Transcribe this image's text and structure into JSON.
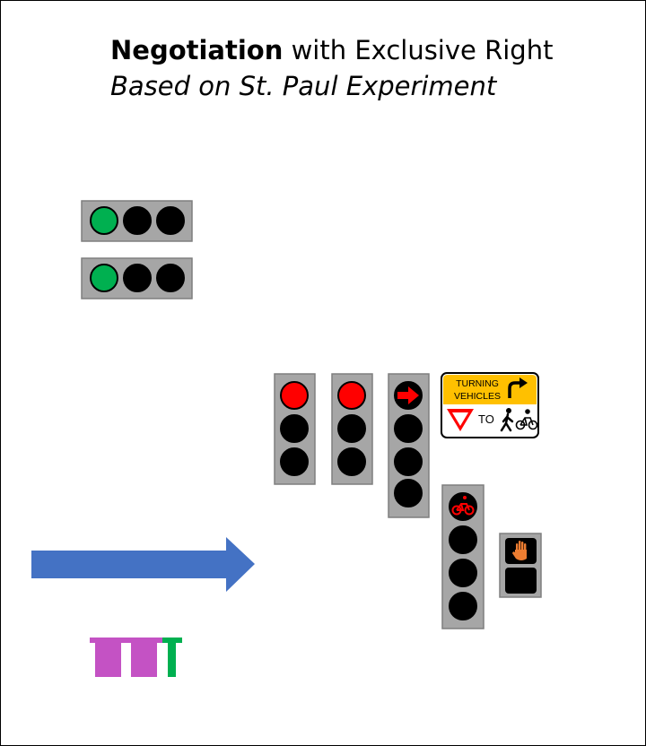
{
  "title": {
    "bold": "Negotiation",
    "rest": " with Exclusive Right"
  },
  "subtitle": "Based on St. Paul Experiment",
  "sign": {
    "line1": "TURNING",
    "line2": "VEHICLES",
    "to": "TO"
  },
  "colors": {
    "green_light": "#00b050",
    "red_light": "#ff0000",
    "off_lamp": "#000000",
    "housing": "#a6a6a6",
    "arrow": "#4472c4",
    "sign_yellow": "#ffc000",
    "ped_hand": "#ed7d31",
    "magenta_marker": "#c452c4",
    "green_marker": "#00b050"
  },
  "signals": {
    "horizontal_top": {
      "lit": "green"
    },
    "horizontal_bottom": {
      "lit": "green"
    },
    "vertical_1": {
      "lit": "red"
    },
    "vertical_2": {
      "lit": "red"
    },
    "vertical_3": {
      "lit": "red-right-arrow"
    },
    "bike_signal": {
      "lit": "red-bicycle"
    },
    "ped_signal": {
      "lit": "dont-walk-hand"
    }
  }
}
